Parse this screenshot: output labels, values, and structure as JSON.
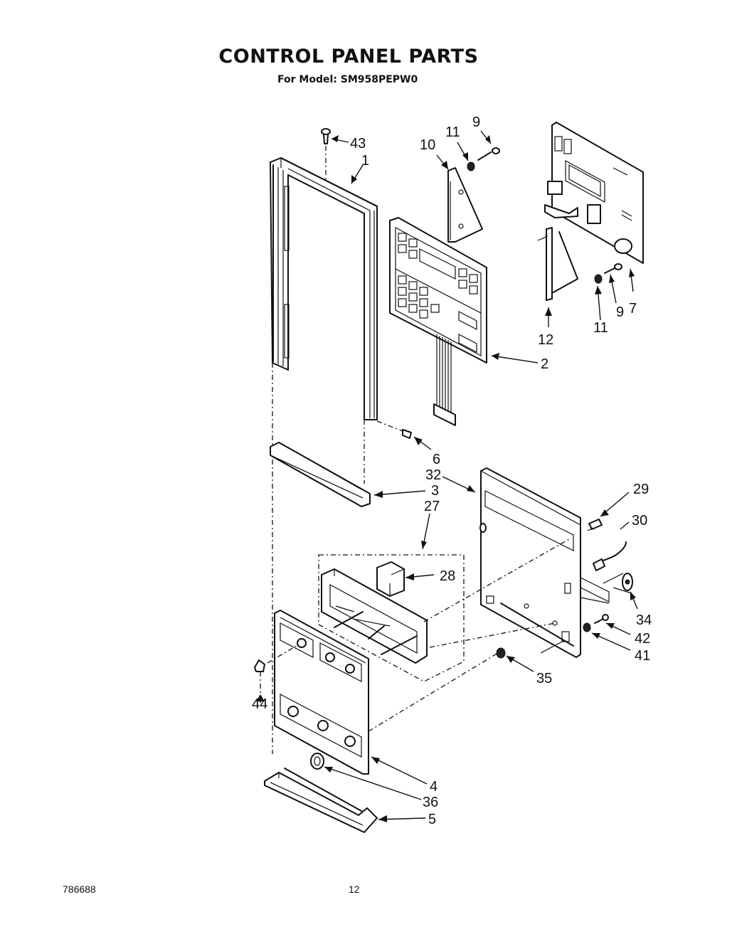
{
  "header": {
    "title": "CONTROL PANEL PARTS",
    "subtitle": "For Model: SM958PEPW0"
  },
  "footer": {
    "doc_id": "786688",
    "page": "12"
  },
  "callouts": {
    "c43": "43",
    "c1": "1",
    "c10": "10",
    "c11a": "11",
    "c9a": "9",
    "c2": "2",
    "c12": "12",
    "c11b": "11",
    "c9b": "9",
    "c7": "7",
    "c6": "6",
    "c32": "32",
    "c3": "3",
    "c27": "27",
    "c28": "28",
    "c29": "29",
    "c30": "30",
    "c34": "34",
    "c42": "42",
    "c41": "41",
    "c35": "35",
    "c44": "44",
    "c4": "4",
    "c36": "36",
    "c5": "5"
  }
}
